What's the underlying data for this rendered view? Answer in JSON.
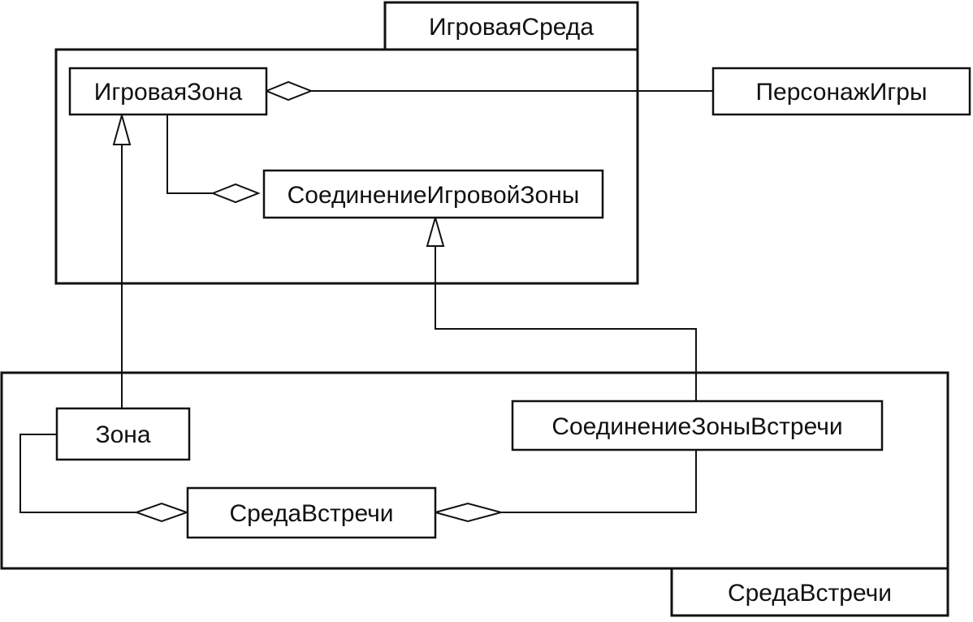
{
  "packages": {
    "game_env": {
      "label": "ИгроваяСреда"
    },
    "encounter_env": {
      "label": "СредаВстречи"
    }
  },
  "classes": {
    "game_zone": "ИгроваяЗона",
    "game_character": "ПерсонажИгры",
    "game_zone_connection": "СоединениеИгровойЗоны",
    "zone": "Зона",
    "encounter_zone_connection": "СоединениеЗоныВстречи",
    "encounter_env": "СредаВстречи"
  }
}
